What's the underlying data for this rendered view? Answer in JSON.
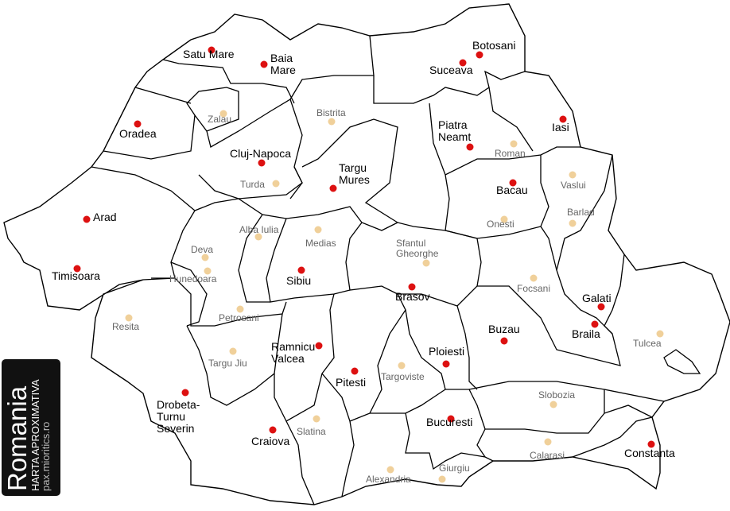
{
  "logo": {
    "title": "Romania",
    "subtitle": "HARTA APROXIMATIVA",
    "site": "pax.mioritics.ro"
  },
  "colors": {
    "major_city": "#dd1111",
    "minor_city": "#f0d09a",
    "major_text": "#000000",
    "minor_text": "#666666"
  },
  "major_cities": [
    {
      "name": "Satu Mare",
      "lines": [
        "Satu Mare"
      ],
      "lon": 22.88,
      "lat": 47.79
    },
    {
      "name": "Baia Mare",
      "lines": [
        "Baia",
        "Mare"
      ],
      "lon": 23.58,
      "lat": 47.66
    },
    {
      "name": "Botosani",
      "lines": [
        "Botosani"
      ],
      "lon": 26.67,
      "lat": 47.75
    },
    {
      "name": "Suceava",
      "lines": [
        "Suceava"
      ],
      "lon": 26.26,
      "lat": 47.65
    },
    {
      "name": "Oradea",
      "lines": [
        "Oradea"
      ],
      "lon": 21.92,
      "lat": 47.07
    },
    {
      "name": "Iasi",
      "lines": [
        "Iasi"
      ],
      "lon": 27.6,
      "lat": 47.16
    },
    {
      "name": "Piatra Neamt",
      "lines": [
        "Piatra",
        "Neamt"
      ],
      "lon": 26.38,
      "lat": 46.93
    },
    {
      "name": "Cluj-Napoca",
      "lines": [
        "Cluj-Napoca"
      ],
      "lon": 23.6,
      "lat": 46.77
    },
    {
      "name": "Targu Mures",
      "lines": [
        "Targu",
        "Mures"
      ],
      "lon": 24.56,
      "lat": 46.54
    },
    {
      "name": "Bacau",
      "lines": [
        "Bacau"
      ],
      "lon": 26.91,
      "lat": 46.57
    },
    {
      "name": "Arad",
      "lines": [
        "Arad"
      ],
      "lon": 21.31,
      "lat": 46.18
    },
    {
      "name": "Timisoara",
      "lines": [
        "Timisoara"
      ],
      "lon": 21.23,
      "lat": 45.75
    },
    {
      "name": "Sibiu",
      "lines": [
        "Sibiu"
      ],
      "lon": 24.15,
      "lat": 45.79
    },
    {
      "name": "Brasov",
      "lines": [
        "Brasov"
      ],
      "lon": 25.6,
      "lat": 45.66
    },
    {
      "name": "Galati",
      "lines": [
        "Galati"
      ],
      "lon": 28.05,
      "lat": 45.44
    },
    {
      "name": "Braila",
      "lines": [
        "Braila"
      ],
      "lon": 27.96,
      "lat": 45.27
    },
    {
      "name": "Buzau",
      "lines": [
        "Buzau"
      ],
      "lon": 26.82,
      "lat": 45.15
    },
    {
      "name": "Ramnicu Valcea",
      "lines": [
        "Ramnicu",
        "Valcea"
      ],
      "lon": 24.37,
      "lat": 45.1
    },
    {
      "name": "Ploiesti",
      "lines": [
        "Ploiesti"
      ],
      "lon": 26.02,
      "lat": 44.94
    },
    {
      "name": "Pitesti",
      "lines": [
        "Pitesti"
      ],
      "lon": 24.87,
      "lat": 44.86
    },
    {
      "name": "Drobeta-Turnu Severin",
      "lines": [
        "Drobeta-",
        "Turnu",
        "Severin"
      ],
      "lon": 22.66,
      "lat": 44.63
    },
    {
      "name": "Bucuresti",
      "lines": [
        "Bucuresti"
      ],
      "lon": 26.1,
      "lat": 44.43
    },
    {
      "name": "Craiova",
      "lines": [
        "Craiova"
      ],
      "lon": 23.8,
      "lat": 44.32
    },
    {
      "name": "Constanta",
      "lines": [
        "Constanta"
      ],
      "lon": 28.63,
      "lat": 44.18
    }
  ],
  "minor_cities": [
    {
      "name": "Zalau",
      "lines": [
        "Zalau"
      ]
    },
    {
      "name": "Bistrita",
      "lines": [
        "Bistrita"
      ]
    },
    {
      "name": "Roman",
      "lines": [
        "Roman"
      ]
    },
    {
      "name": "Vaslui",
      "lines": [
        "Vaslui"
      ]
    },
    {
      "name": "Turda",
      "lines": [
        "Turda"
      ]
    },
    {
      "name": "Onesti",
      "lines": [
        "Onesti"
      ]
    },
    {
      "name": "Barlad",
      "lines": [
        "Barlad"
      ]
    },
    {
      "name": "Alba Iulia",
      "lines": [
        "Alba Iulia"
      ]
    },
    {
      "name": "Medias",
      "lines": [
        "Medias"
      ]
    },
    {
      "name": "Deva",
      "lines": [
        "Deva"
      ]
    },
    {
      "name": "Hunedoara",
      "lines": [
        "Hunedoara"
      ]
    },
    {
      "name": "Sfantul Gheorghe",
      "lines": [
        "Sfantul",
        "Gheorghe"
      ]
    },
    {
      "name": "Focsani",
      "lines": [
        "Focsani"
      ]
    },
    {
      "name": "Petrosani",
      "lines": [
        "Petrosani"
      ]
    },
    {
      "name": "Resita",
      "lines": [
        "Resita"
      ]
    },
    {
      "name": "Tulcea",
      "lines": [
        "Tulcea"
      ]
    },
    {
      "name": "Targu Jiu",
      "lines": [
        "Targu Jiu"
      ]
    },
    {
      "name": "Targoviste",
      "lines": [
        "Targoviste"
      ]
    },
    {
      "name": "Slobozia",
      "lines": [
        "Slobozia"
      ]
    },
    {
      "name": "Slatina",
      "lines": [
        "Slatina"
      ]
    },
    {
      "name": "Calarasi",
      "lines": [
        "Calarasi"
      ]
    },
    {
      "name": "Giurgiu",
      "lines": [
        "Giurgiu"
      ]
    },
    {
      "name": "Alexandria",
      "lines": [
        "Alexandria"
      ]
    }
  ]
}
